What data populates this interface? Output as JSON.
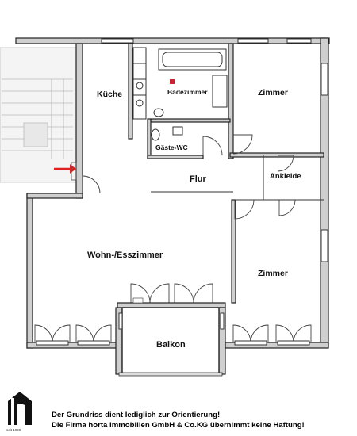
{
  "rooms": {
    "kueche": "Küche",
    "badezimmer": "Badezimmer",
    "zimmer_top": "Zimmer",
    "gaeste_wc": "Gäste-WC",
    "flur": "Flur",
    "ankleide": "Ankleide",
    "wohn_ess": "Wohn-/Esszimmer",
    "zimmer_right": "Zimmer",
    "balkon": "Balkon"
  },
  "logo": {
    "letter": "h",
    "since": "seit 1990"
  },
  "disclaimer": {
    "line1": "Der Grundriss dient lediglich zur Orientierung!",
    "line2": "Die Firma horta Immobilien GmbH & Co.KG übernimmt keine Haftung!"
  },
  "colors": {
    "entrance_arrow": "#e02020",
    "wall": "#222222"
  }
}
